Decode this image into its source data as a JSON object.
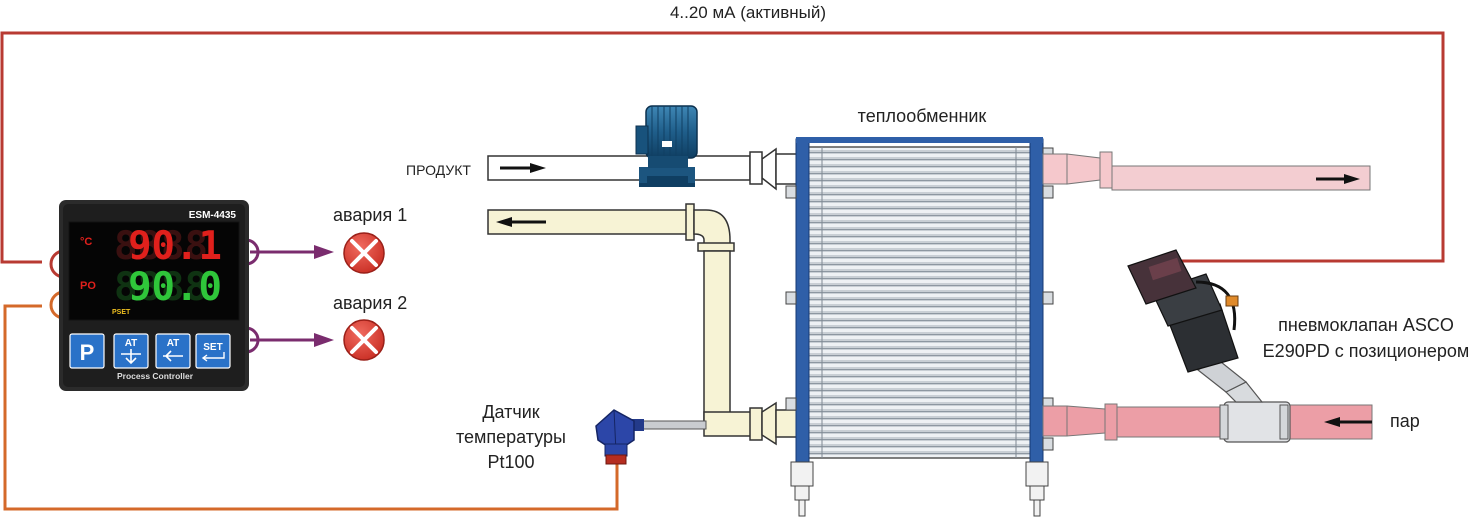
{
  "signal_label": "4..20 мА  (активный)",
  "heat_exchanger_label": "теплообменник",
  "product_label": "ПРОДУКТ",
  "controller": {
    "model": "ESM-4435",
    "unit_label": "°C",
    "po_label": "PO",
    "pv_value": "90.1",
    "sv_value": "90.0",
    "pset_label": "PSET",
    "buttons": {
      "p": "P",
      "at1": "AT",
      "at2": "AT",
      "set": "SET"
    },
    "footer": "Process Controller"
  },
  "alarm1_label": "авария 1",
  "alarm2_label": "авария 2",
  "sensor_label": [
    "Датчик",
    "температуры",
    "Pt100"
  ],
  "valve_label": [
    "пневмоклапан ASCO",
    "E290PD с позиционером"
  ],
  "steam_label": "пар",
  "colors": {
    "signal_wire": "#b83a32",
    "sensor_wire": "#d4692a",
    "alarm_wire": "#7a2c6e",
    "frame_blue": "#2f5fa8",
    "pv_red": "#e0201c",
    "sv_green": "#2fc63a"
  }
}
